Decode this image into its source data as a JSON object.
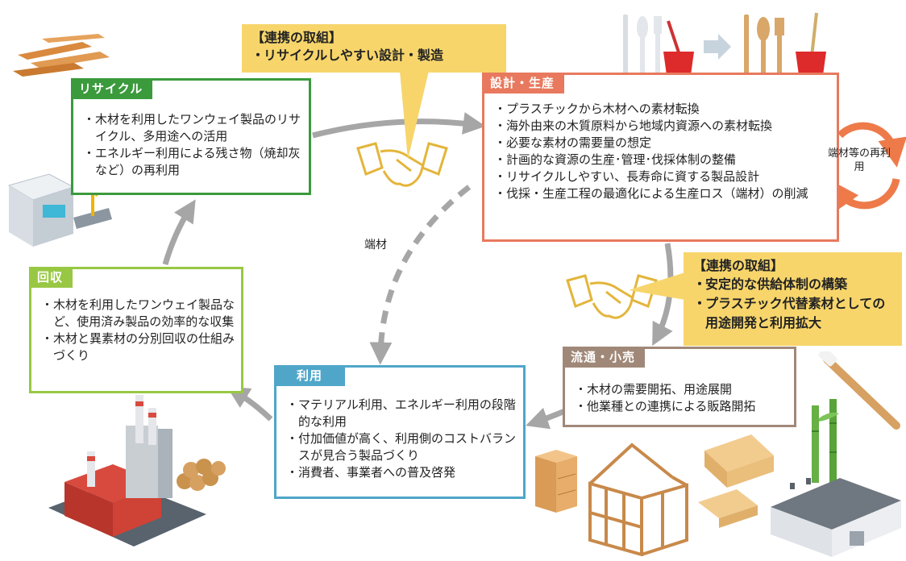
{
  "diagram": {
    "collab_top": {
      "title": "【連携の取組】",
      "items": [
        "リサイクルしやすい設計・製造"
      ]
    },
    "collab_right": {
      "title": "【連携の取組】",
      "items": [
        "安定的な供給体制の構築",
        "プラスチック代替素材としての用途開発と利用拡大"
      ]
    },
    "recycle": {
      "title": "リサイクル",
      "items": [
        "木材を利用したワンウェイ製品のリサイクル、多用途への活用",
        "エネルギー利用による残さ物（焼却灰など）の再利用"
      ]
    },
    "design": {
      "title": "設計・生産",
      "items": [
        "プラスチックから木材への素材転換",
        "海外由来の木質原料から地域内資源への素材転換",
        "必要な素材の需要量の想定",
        "計画的な資源の生産･管理･伐採体制の整備",
        "リサイクルしやすい、長寿命に資する製品設計",
        "伐採・生産工程の最適化による生産ロス（端材）の削減"
      ]
    },
    "collect": {
      "title": "回収",
      "items": [
        "木材を利用したワンウェイ製品など、使用済み製品の効率的な収集",
        "木材と異素材の分別回収の仕組みづくり"
      ]
    },
    "use": {
      "title": "利用",
      "items": [
        "マテリアル利用、エネルギー利用の段階的な利用",
        "付加価値が高く、利用側のコストバランスが見合う製品づくり",
        "消費者、事業者への普及啓発"
      ]
    },
    "distribution": {
      "title": "流通・小売",
      "items": [
        "木材の需要開拓、用途展開",
        "他業種との連携による販路開拓"
      ]
    },
    "edge_label": "端材",
    "reuse_label": "端材等の再利用"
  },
  "colors": {
    "recycle": "#3a9a3c",
    "design": "#e8795e",
    "collect": "#98c843",
    "use": "#4fa6c9",
    "distribution": "#a08878",
    "collab": "#f7d56b",
    "arrow": "#a6a6a6",
    "reuse_arrow": "#ee7a4a"
  },
  "icons": [
    "handshake-icon",
    "wood-planks-icon",
    "cutlery-icon",
    "recycling-machine-icon",
    "incinerator-plant-icon",
    "furniture-icon",
    "house-frame-icon",
    "lumber-icon",
    "bamboo-icon",
    "toothbrush-icon",
    "warehouse-icon"
  ]
}
